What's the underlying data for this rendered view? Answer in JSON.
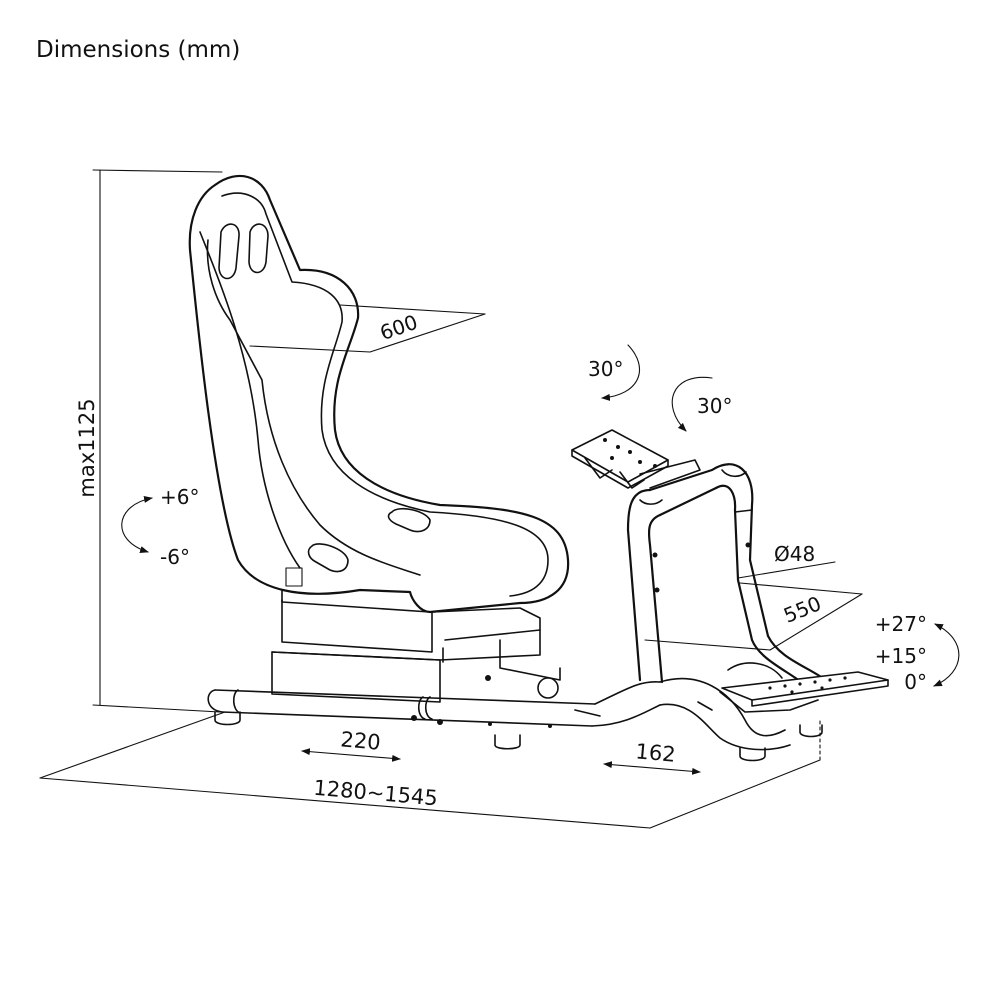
{
  "title": "Dimensions (mm)",
  "labels": {
    "height": "max1125",
    "seat_width": "600",
    "seat_tilt_up": "+6°",
    "seat_tilt_down": "-6°",
    "mount_rotation_1": "30°",
    "mount_rotation_2": "30°",
    "tube_diameter": "Ø48",
    "frame_width": "550",
    "pedal_angle_max": "+27°",
    "pedal_angle_mid": "+15°",
    "pedal_angle_min": "0°",
    "seat_slide": "220",
    "pedal_slide": "162",
    "length": "1280~1545"
  },
  "colors": {
    "line": "#111111",
    "background": "#ffffff"
  }
}
